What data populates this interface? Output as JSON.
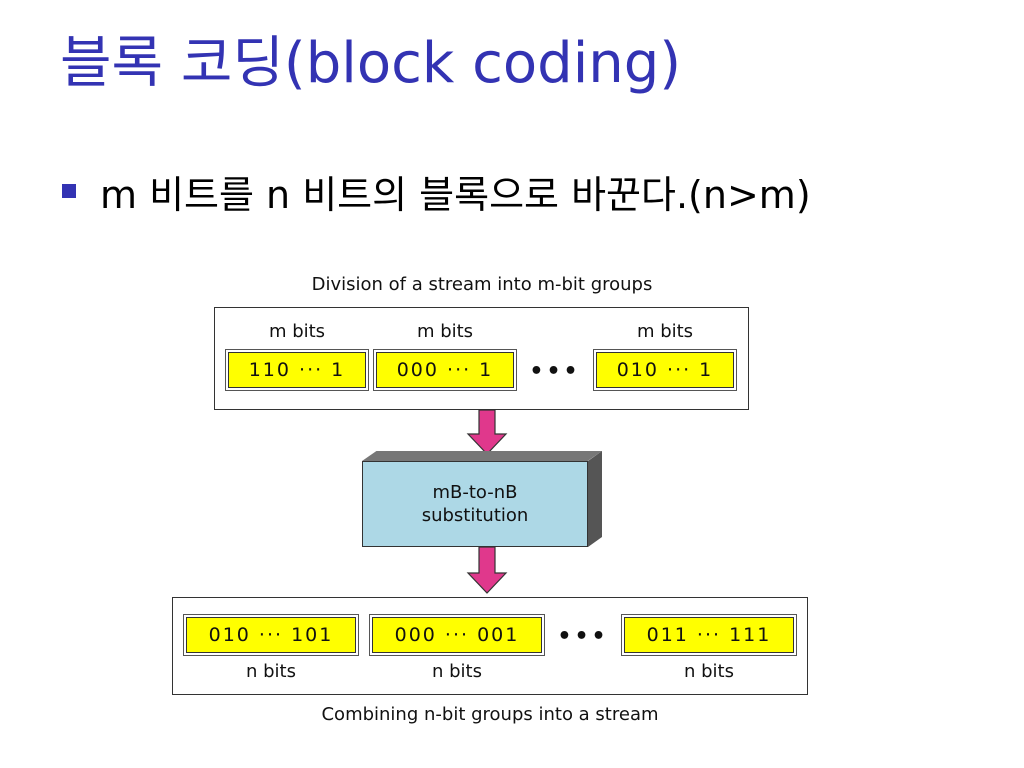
{
  "slide": {
    "title": "블록 코딩(block coding)",
    "bullet": "m 비트를 n 비트의 블록으로 바꾼다.(n>m)"
  },
  "diagram": {
    "top_caption": "Division of a stream into m-bit groups",
    "input_groups": [
      {
        "label": "m bits",
        "value": "110 ··· 1"
      },
      {
        "label": "m bits",
        "value": "000 ··· 1"
      },
      {
        "label": "m bits",
        "value": "010 ··· 1"
      }
    ],
    "ellipsis": "•••",
    "process": "mB-to-nB\nsubstitution",
    "output_groups": [
      {
        "label": "n bits",
        "value": "010 ··· 101"
      },
      {
        "label": "n bits",
        "value": "000 ··· 001"
      },
      {
        "label": "n bits",
        "value": "011 ··· 111"
      }
    ],
    "bottom_caption": "Combining n-bit groups into a stream",
    "colors": {
      "title": "#3333b3",
      "bit_box": "#ffff00",
      "process_box": "#add8e6",
      "arrow": "#e0388c"
    }
  }
}
